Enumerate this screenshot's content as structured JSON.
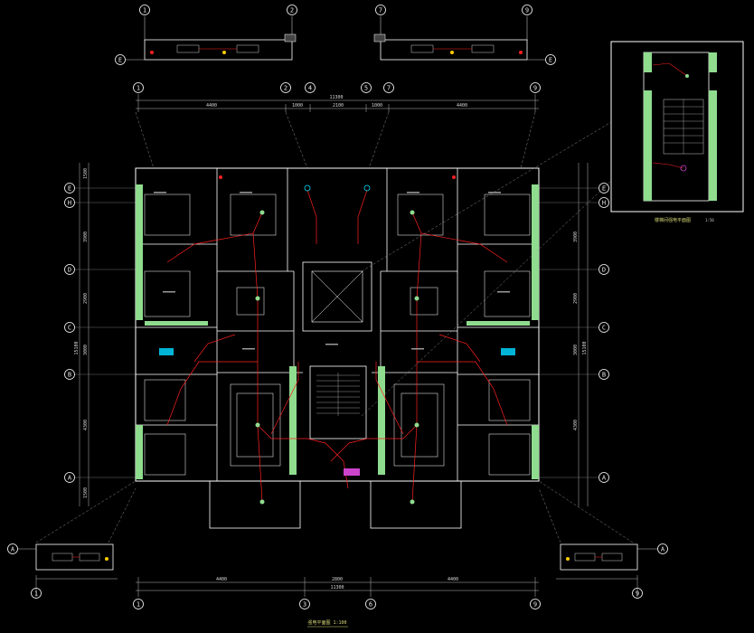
{
  "drawing": {
    "axes_top": [
      "1",
      "2",
      "7",
      "9"
    ],
    "axes_mid": [
      "1",
      "2",
      "4",
      "5",
      "7",
      "9"
    ],
    "axes_bottom_row1": [
      "1",
      "9"
    ],
    "axes_bottom_row2": [
      "1",
      "3",
      "6",
      "9"
    ],
    "axes_left": [
      "E",
      "H",
      "D",
      "C",
      "B",
      "A"
    ],
    "axes_right": [
      "E",
      "H",
      "D",
      "C",
      "B",
      "A"
    ],
    "axes_partial": [
      "A",
      "A",
      "E",
      "E"
    ],
    "title": "强电平面图 1:100",
    "scale": "1:50",
    "detail_title": "楼梯间强电平面图",
    "dims_top": [
      "11300",
      "4400",
      "1000",
      "2100",
      "1000",
      "4400"
    ],
    "dims_bottom": [
      "11300",
      "4400",
      "2800",
      "4400"
    ],
    "dims_left": [
      "15100",
      "1500",
      "3900",
      "2900",
      "3000",
      "4300",
      "1500"
    ],
    "dims_right": [
      "15100",
      "3900",
      "2900",
      "3000",
      "4300"
    ]
  },
  "colors": {
    "background": "#000000",
    "wall": "#ffffff",
    "wiring": "#ff2020",
    "insulation": "#8fdc8f",
    "device": "#00e0ff",
    "title": "#d9d97a"
  }
}
